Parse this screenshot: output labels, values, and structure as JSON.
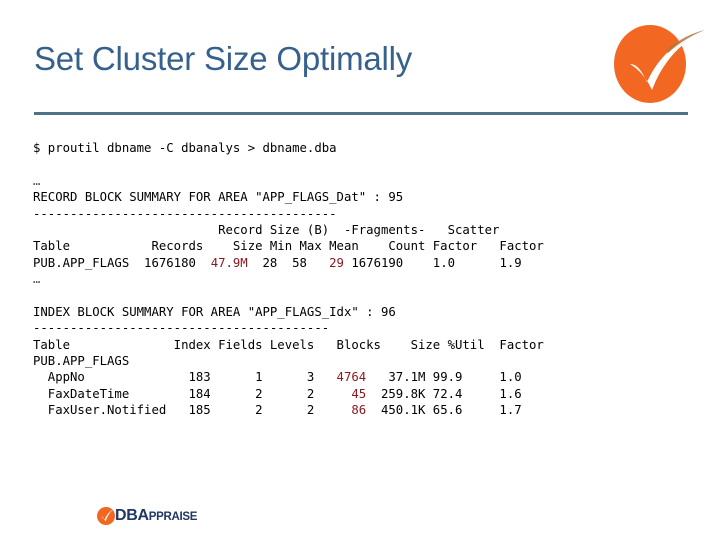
{
  "header": {
    "title": "Set Cluster Size Optimally",
    "title_color": "#36618c",
    "rule_color": "#4f7186",
    "logo": {
      "icon": "orange-check-circle-icon",
      "circle_color": "#F26722",
      "check_color": "#ffffff"
    }
  },
  "console": {
    "highlight_color": "#8a1a20",
    "lines": [
      {
        "kind": "text",
        "text": "$ proutil dbname -C dbanalys > dbname.dba"
      },
      {
        "kind": "blank"
      },
      {
        "kind": "dots",
        "text": "…"
      },
      {
        "kind": "text",
        "text": "RECORD BLOCK SUMMARY FOR AREA \"APP_FLAGS_Dat\" : 95"
      },
      {
        "kind": "text",
        "text": "-----------------------------------------"
      },
      {
        "kind": "text",
        "text": "                         Record Size (B)  -Fragments-   Scatter"
      },
      {
        "kind": "text",
        "text": "Table           Records    Size Min Max Mean    Count Factor   Factor"
      },
      {
        "kind": "rich",
        "parts": [
          {
            "t": "PUB.APP_FLAGS  1676180  "
          },
          {
            "t": "47.9M",
            "hl": true
          },
          {
            "t": "  28  58   "
          },
          {
            "t": "29",
            "hl": true
          },
          {
            "t": " 1676190    1.0      1.9"
          }
        ]
      },
      {
        "kind": "dots",
        "text": "…"
      },
      {
        "kind": "blank"
      },
      {
        "kind": "text",
        "text": "INDEX BLOCK SUMMARY FOR AREA \"APP_FLAGS_Idx\" : 96"
      },
      {
        "kind": "text",
        "text": "----------------------------------------"
      },
      {
        "kind": "text",
        "text": "Table              Index Fields Levels   Blocks    Size %Util  Factor"
      },
      {
        "kind": "text",
        "text": "PUB.APP_FLAGS"
      },
      {
        "kind": "rich",
        "parts": [
          {
            "t": "  AppNo              183      1      3   "
          },
          {
            "t": "4764",
            "hl": true
          },
          {
            "t": "   37.1M 99.9     1.0"
          }
        ]
      },
      {
        "kind": "rich",
        "parts": [
          {
            "t": "  FaxDateTime        184      2      2     "
          },
          {
            "t": "45",
            "hl": true
          },
          {
            "t": "  259.8K 72.4     1.6"
          }
        ]
      },
      {
        "kind": "rich",
        "parts": [
          {
            "t": "  FaxUser.Notified   185      2      2     "
          },
          {
            "t": "86",
            "hl": true
          },
          {
            "t": "  450.1K 65.6     1.7"
          }
        ]
      }
    ]
  },
  "footer": {
    "logo": {
      "icon": "orange-check-circle-icon",
      "mark_color": "#F26722",
      "text_primary": "DBA",
      "text_secondary": "PPRAISE",
      "text_color": "#1f3864"
    }
  }
}
